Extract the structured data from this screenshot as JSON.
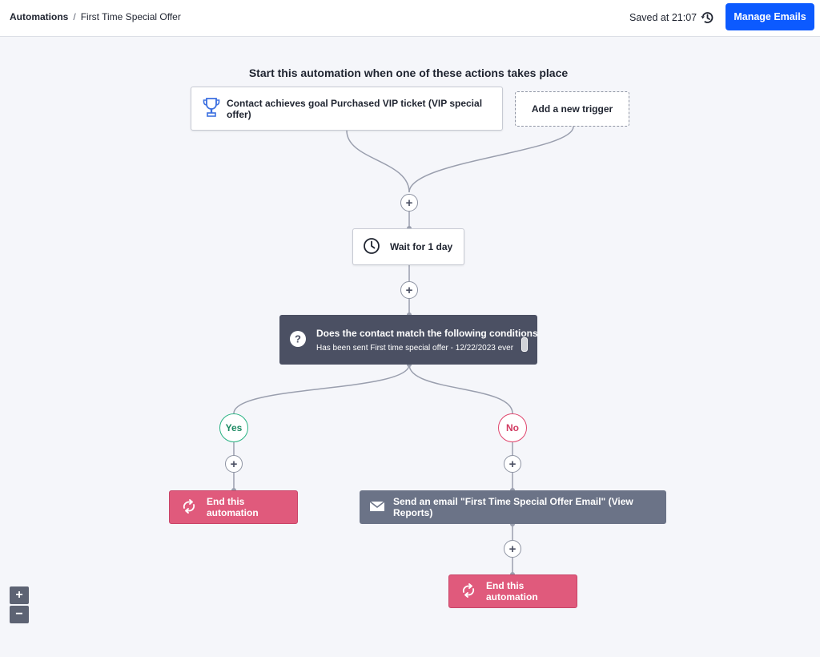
{
  "header": {
    "breadcrumb_root": "Automations",
    "breadcrumb_sep": "/",
    "breadcrumb_current": "First Time Special Offer",
    "saved_text": "Saved at 21:07",
    "manage_emails_label": "Manage Emails"
  },
  "canvas": {
    "heading": "Start this automation when one of these actions takes place",
    "trigger_label": "Contact achieves goal Purchased VIP ticket (VIP special offer)",
    "add_trigger_label": "Add a new trigger",
    "wait_label": "Wait for 1 day",
    "condition_title": "Does the contact match the following conditions?",
    "condition_detail": "Has been sent First time special offer - 12/22/2023 ever",
    "yes_label": "Yes",
    "no_label": "No",
    "end_label_yes": "End this automation",
    "email_label": "Send an email \"First Time Special Offer Email\" (View Reports)",
    "end_label_no": "End this automation",
    "plus_symbol": "+"
  },
  "zoom": {
    "in": "+",
    "out": "−"
  },
  "colors": {
    "primary_button": "#0c5aff",
    "condition_bg": "#4b5063",
    "end_bg": "#e05a7c",
    "email_bg": "#6b7387",
    "yes": "#2ab383",
    "no": "#e0466e",
    "trophy": "#3b6fe0"
  }
}
